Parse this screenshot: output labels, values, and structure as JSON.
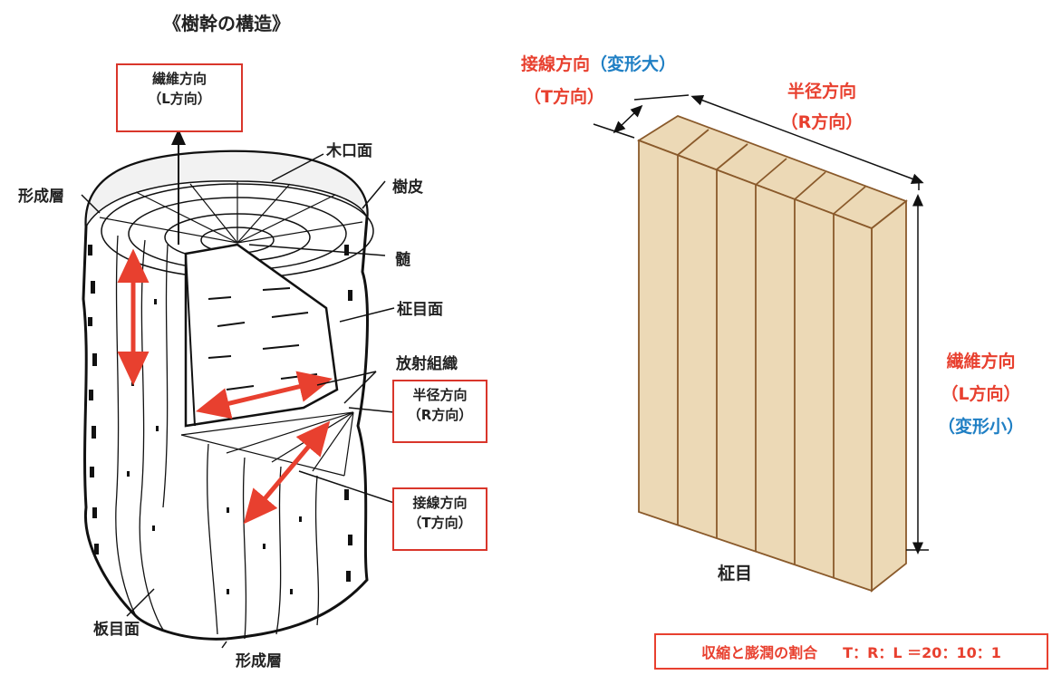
{
  "left": {
    "title": "《樹幹の構造》",
    "labels": {
      "fiber_dir_line1": "繊維方向",
      "fiber_dir_line2": "（L方向）",
      "cross_section": "木口面",
      "cambium_top": "形成層",
      "bark": "樹皮",
      "pith": "髄",
      "radial_surface": "柾目面",
      "ray_tissue": "放射組織",
      "radial_dir_line1": "半径方向",
      "radial_dir_line2": "（R方向）",
      "tangential_dir_line1": "接線方向",
      "tangential_dir_line2": "（T方向）",
      "tangential_surface": "板目面",
      "cambium_bottom": "形成層"
    }
  },
  "right": {
    "tangential_line1_red": "接線方向",
    "tangential_line1_blue": "（変形大）",
    "tangential_line2": "（T方向）",
    "radial_line1": "半径方向",
    "radial_line2": "（R方向）",
    "fiber_line1": "繊維方向",
    "fiber_line2": "（L方向）",
    "fiber_line3": "（変形小）",
    "grain": "柾目",
    "ratio_label": "収縮と膨潤の割合",
    "ratio_value": "T：R：L ＝20：10：1"
  },
  "colors": {
    "accent_red": "#e8402f",
    "accent_blue": "#1f7fc4",
    "wood": "#ecd9b6",
    "wood_edge": "#8a5a2b"
  }
}
